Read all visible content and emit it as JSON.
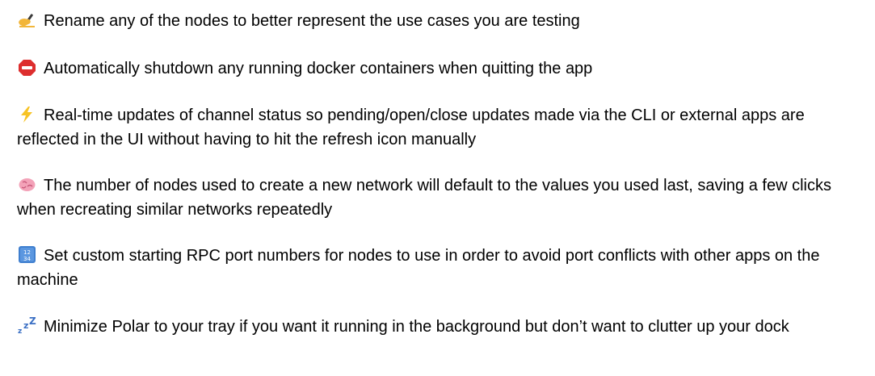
{
  "features": [
    {
      "icon": "writing-hand-icon",
      "text": "Rename any of the nodes to better represent the use cases you are testing"
    },
    {
      "icon": "stop-sign-icon",
      "text": "Automatically shutdown any running docker containers when quitting the app"
    },
    {
      "icon": "lightning-icon",
      "text": "Real-time updates of channel status so pending/open/close updates made via the CLI or external apps are reflected in the UI without having to hit the refresh icon manually"
    },
    {
      "icon": "brain-icon",
      "text": "The number of nodes used to create a new network will default to the values you used last, saving a few clicks when recreating similar networks repeatedly"
    },
    {
      "icon": "numbers-input-icon",
      "text": "Set custom starting RPC port numbers for nodes to use in order to avoid port conflicts with other apps on the machine"
    },
    {
      "icon": "zzz-icon",
      "text": "Minimize Polar to your tray if you want it running in the background but don’t want to clutter up your dock"
    }
  ],
  "colors": {
    "text": "#000000",
    "background": "#ffffff",
    "stop_red": "#dd2e2e",
    "lightning_yellow": "#f7c325",
    "brain_pink": "#f3a2b8",
    "keycap_blue": "#3f7fcf",
    "hand_skin": "#f2b63a",
    "zzz_blue": "#3a6fc4"
  }
}
